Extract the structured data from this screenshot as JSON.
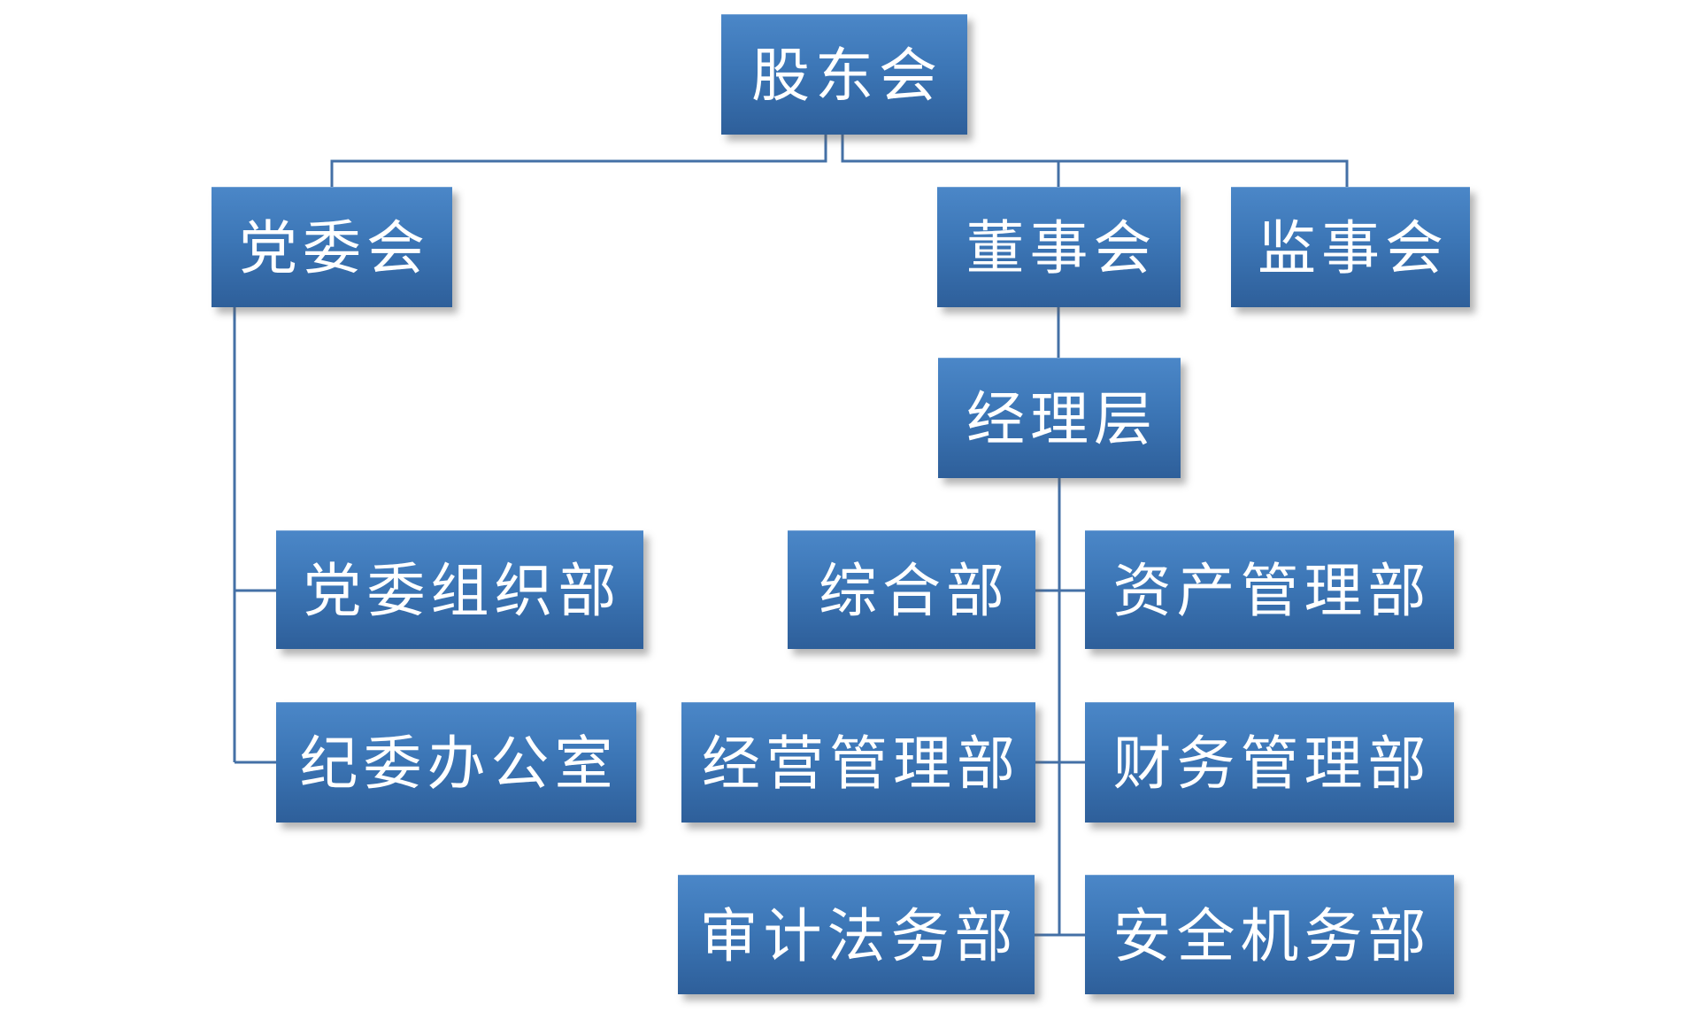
{
  "nodes": {
    "shareholders": {
      "label": "股东会"
    },
    "party_committee": {
      "label": "党委会"
    },
    "board_of_directors": {
      "label": "董事会"
    },
    "board_of_supervisors": {
      "label": "监事会"
    },
    "management": {
      "label": "经理层"
    },
    "party_org_dept": {
      "label": "党委组织部"
    },
    "general_dept": {
      "label": "综合部"
    },
    "asset_dept": {
      "label": "资产管理部"
    },
    "discipline_office": {
      "label": "纪委办公室"
    },
    "operations_dept": {
      "label": "经营管理部"
    },
    "finance_dept": {
      "label": "财务管理部"
    },
    "audit_legal_dept": {
      "label": "审计法务部"
    },
    "safety_dept": {
      "label": "安全机务部"
    }
  },
  "edges": [
    {
      "from": "shareholders",
      "to": "party_committee"
    },
    {
      "from": "shareholders",
      "to": "board_of_directors"
    },
    {
      "from": "shareholders",
      "to": "board_of_supervisors"
    },
    {
      "from": "board_of_directors",
      "to": "management"
    },
    {
      "from": "party_committee",
      "to": "party_org_dept"
    },
    {
      "from": "party_committee",
      "to": "discipline_office"
    },
    {
      "from": "management",
      "to": "general_dept"
    },
    {
      "from": "management",
      "to": "asset_dept"
    },
    {
      "from": "management",
      "to": "operations_dept"
    },
    {
      "from": "management",
      "to": "finance_dept"
    },
    {
      "from": "management",
      "to": "audit_legal_dept"
    },
    {
      "from": "management",
      "to": "safety_dept"
    }
  ],
  "colors": {
    "box_gradient_top": "#4b87c8",
    "box_gradient_bottom": "#2e5f9a",
    "box_text": "#ffffff",
    "connector": "#4470a6",
    "background": "#ffffff"
  }
}
